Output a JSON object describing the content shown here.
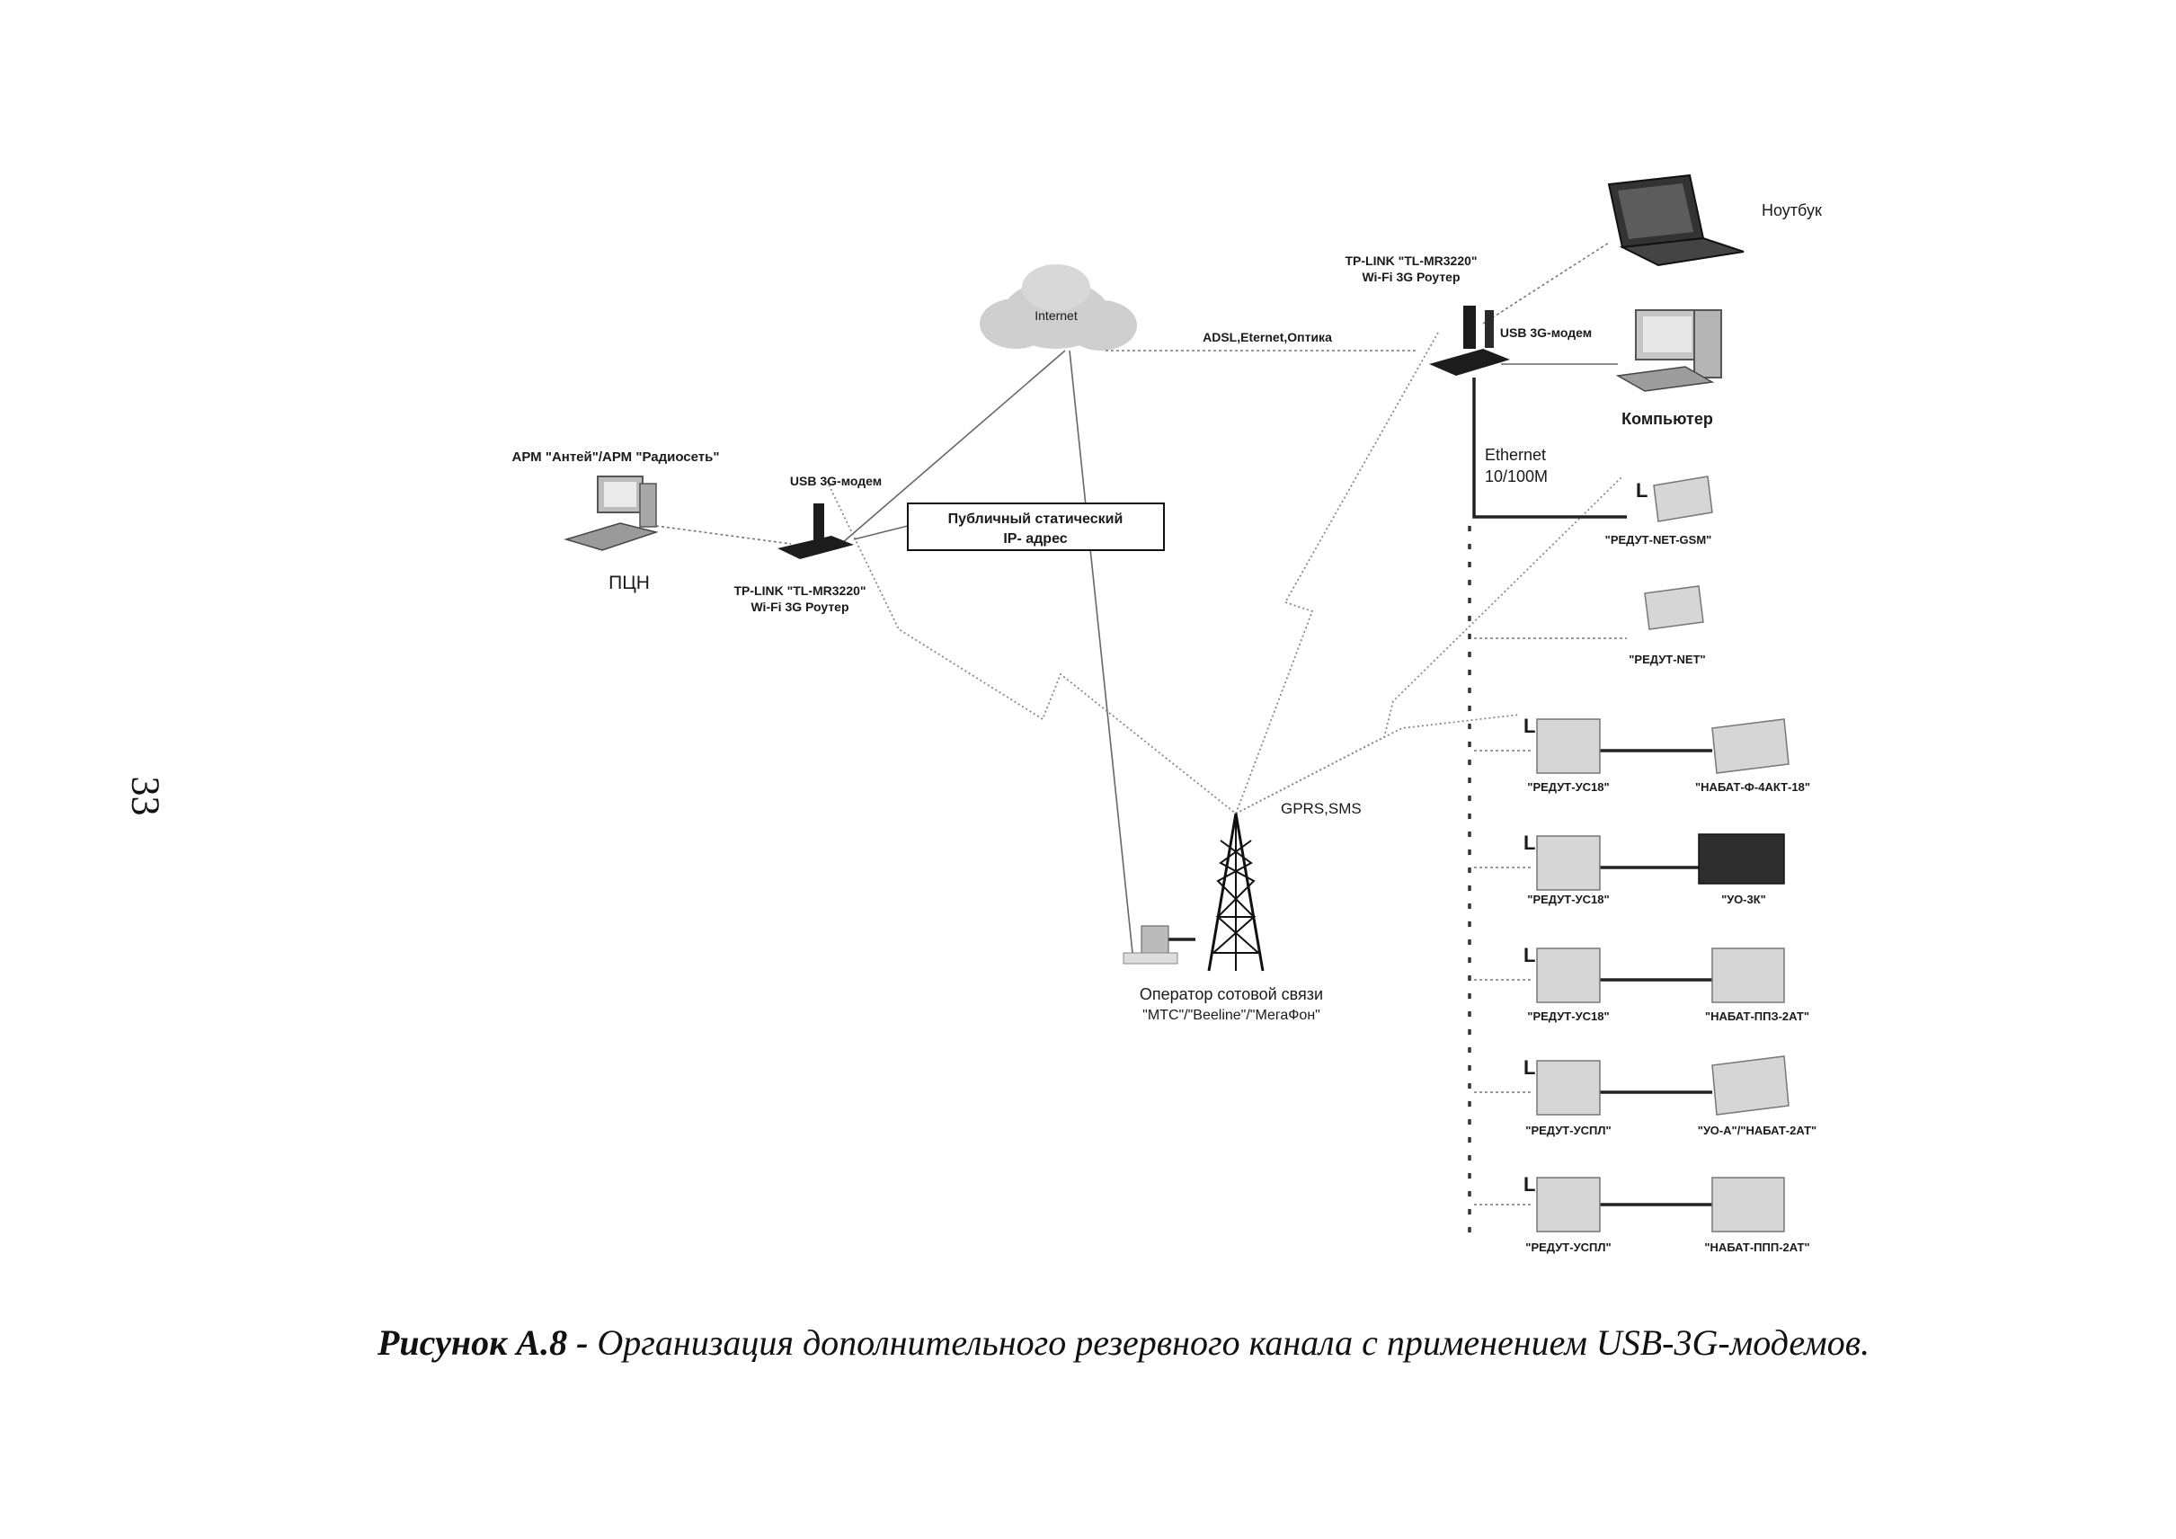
{
  "page_number": "33",
  "caption": {
    "label": "Рисунок А.8 -",
    "text": "Организация дополнительного резервного канала с применением USB-3G-модемов."
  },
  "nodes": {
    "internet": "Internet",
    "pcn_user": "АРМ \"Антей\"/АРМ \"Радиосеть\"",
    "pcn": "ПЦН",
    "left_modem": "USB 3G-модем",
    "left_router_line1": "TP-LINK \"TL-MR3220\"",
    "left_router_line2": "Wi-Fi 3G Роутер",
    "static_ip_line1": "Публичный статический",
    "static_ip_line2": "IP- адрес",
    "link_adsl": "ADSL,Eternet,Оптика",
    "right_router_line1": "TP-LINK \"TL-MR3220\"",
    "right_router_line2": "Wi-Fi 3G Роутер",
    "right_modem": "USB 3G-модем",
    "laptop": "Ноутбук",
    "computer": "Компьютер",
    "ethernet_line1": "Ethernet",
    "ethernet_line2": "10/100M",
    "gprs": "GPRS,SMS",
    "operator_line1": "Оператор сотовой связи",
    "operator_line2": "\"МТС\"/\"Beeline\"/\"МегаФон\""
  },
  "devices": [
    {
      "left": "\"РЕДУТ-NET-GSM\"",
      "right": ""
    },
    {
      "left": "\"РЕДУТ-NET\"",
      "right": ""
    },
    {
      "left": "\"РЕДУТ-УС18\"",
      "right": "\"НАБАТ-Ф-4АКТ-18\""
    },
    {
      "left": "\"РЕДУТ-УС18\"",
      "right": "\"УО-3К\""
    },
    {
      "left": "\"РЕДУТ-УС18\"",
      "right": "\"НАБАТ-ППЗ-2АТ\""
    },
    {
      "left": "\"РЕДУТ-УСПЛ\"",
      "right": "\"УО-А\"/\"НАБАТ-2АТ\""
    },
    {
      "left": "\"РЕДУТ-УСПЛ\"",
      "right": "\"НАБАТ-ППП-2АТ\""
    }
  ]
}
